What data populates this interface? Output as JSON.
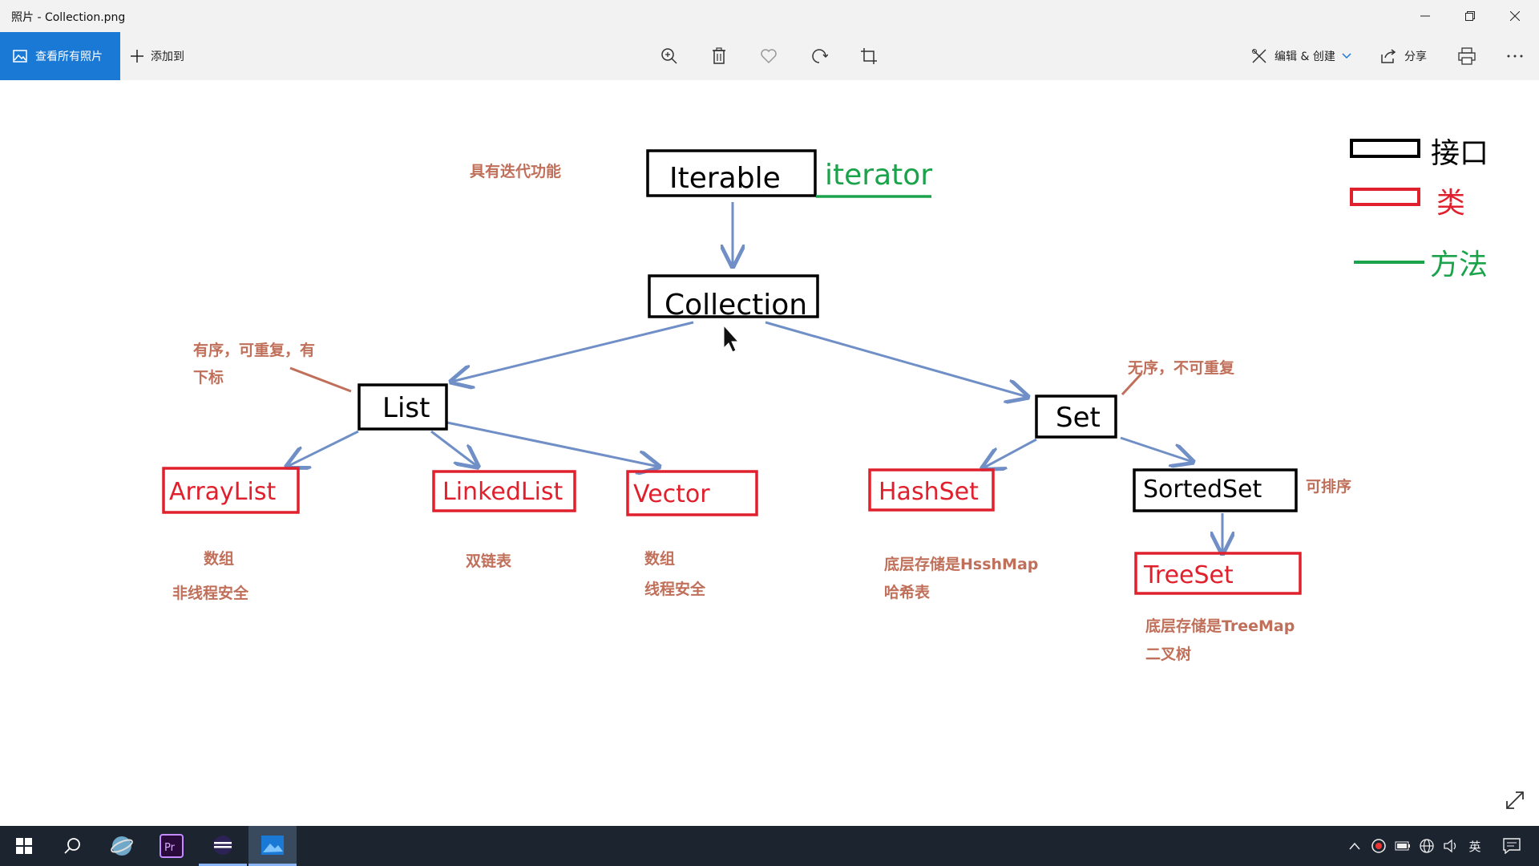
{
  "window": {
    "title": "照片 - Collection.png"
  },
  "toolbar": {
    "view_all_label": "查看所有照片",
    "add_to_label": "添加到",
    "edit_create_label": "编辑 & 创建",
    "share_label": "分享"
  },
  "diagram": {
    "nodes": {
      "iterable": "Iterable",
      "iterator": "iterator",
      "collection": "Collection",
      "list": "List",
      "set": "Set",
      "arraylist": "ArrayList",
      "linkedlist": "LinkedList",
      "vector": "Vector",
      "hashset": "HashSet",
      "sortedset": "SortedSet",
      "treeset": "TreeSet"
    },
    "notes": {
      "iterable_note": "具有迭代功能",
      "list_note_1": "有序，可重复，有",
      "list_note_2": "下标",
      "set_note": "无序，不可重复",
      "sortedset_note": "可排序",
      "arraylist_note_1": "数组",
      "arraylist_note_2": "非线程安全",
      "linkedlist_note": "双链表",
      "vector_note_1": "数组",
      "vector_note_2": "线程安全",
      "hashset_note_1": "底层存储是HsshMap",
      "hashset_note_2": "哈希表",
      "treeset_note_1": "底层存储是TreeMap",
      "treeset_note_2": "二叉树"
    },
    "legend": {
      "interface": "接口",
      "class": "类",
      "method": "方法"
    },
    "colors": {
      "interface": "#000000",
      "class": "#e0202c",
      "method": "#1aa34a",
      "arrow": "#6f8fc6",
      "note": "#c0705a"
    }
  },
  "taskbar": {
    "ime_label": "英"
  }
}
